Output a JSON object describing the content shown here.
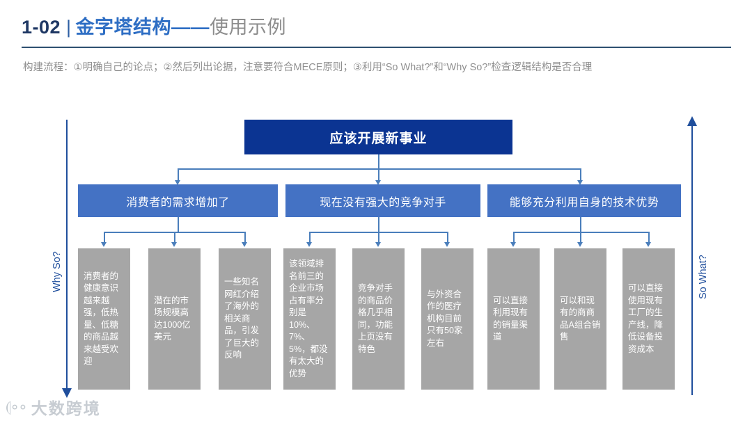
{
  "header": {
    "number": "1-02",
    "separator": "|",
    "title_blue": "金字塔结构——",
    "title_gray": "使用示例",
    "subtitle": "构建流程：①明确自己的论点；②然后列出论据，注意要符合MECE原则；③利用“So What?”和“Why So?”检查逻辑结构是否合理"
  },
  "colors": {
    "navy": "#0b3492",
    "blue": "#4472c4",
    "gray": "#a6a6a6",
    "connector": "#4a7ebb",
    "axis": "#1f4e9c",
    "rule": "#2e5070"
  },
  "axes": {
    "left_label": "Why So?",
    "right_label": "So What?"
  },
  "pyramid": {
    "root": {
      "label": "应该开展新事业"
    },
    "level2": [
      {
        "label": "消费者的需求增加了"
      },
      {
        "label": "现在没有强大的竞争对手"
      },
      {
        "label": "能够充分利用自身的技术优势"
      }
    ],
    "level3": [
      {
        "label": "消费者的健康意识越来越强，低热量、低糖的商品越来越受欢迎"
      },
      {
        "label": "潜在的市场规模高达1000亿美元"
      },
      {
        "label": "一些知名网红介绍了海外的相关商品，引发了巨大的反响"
      },
      {
        "label": "该领域排名前三的企业市场占有率分别是10%、7%、5%，都没有太大的优势"
      },
      {
        "label": "竞争对手的商品价格几乎相同，功能上页没有特色"
      },
      {
        "label": "与外资合作的医疗机构目前只有50家左右"
      },
      {
        "label": "可以直接利用现有的销量渠道"
      },
      {
        "label": "可以和现有的商商品A组合销售"
      },
      {
        "label": "可以直接使用现有工厂的生产线，降低设备投资成本"
      }
    ]
  },
  "watermark": {
    "mark": "⦇∘∘",
    "text": "大数跨境"
  }
}
